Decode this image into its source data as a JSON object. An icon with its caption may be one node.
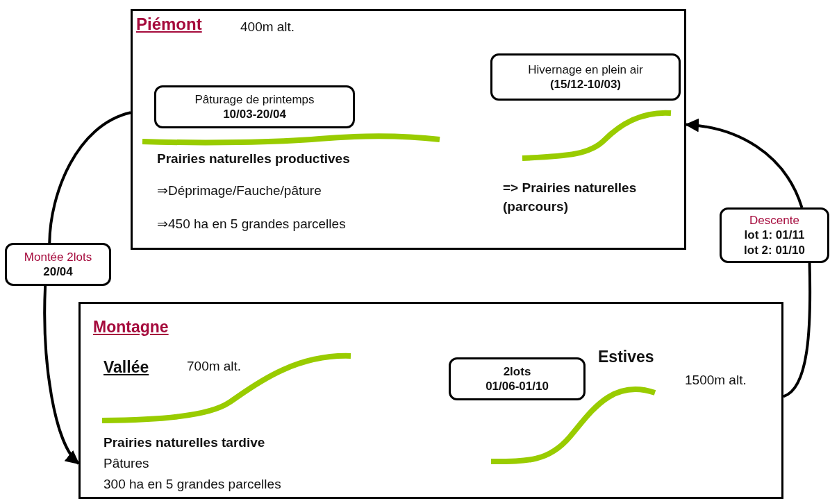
{
  "diagram": {
    "nodes": [
      {
        "text": [
          "Piémont",
          "400m alt.",
          "Prairies naturelles productives",
          "⇒Déprimage/Fauche/pâture",
          "⇒450 ha en 5 grandes parcelles",
          "=> Prairies naturelles (parcours)"
        ]
      },
      {
        "text": [
          "Pâturage de printemps",
          "10/03-20/04"
        ],
        "in": 0
      },
      {
        "text": [
          "Hivernage en plein air",
          "(15/12-10/03)"
        ],
        "in": 0
      },
      {
        "text": [
          "Montée 2lots",
          "20/04"
        ]
      },
      {
        "text": [
          "Montagne",
          "Vallée",
          "700m alt.",
          "Prairies naturelles tardive",
          "Pâtures",
          "300 ha en 5 grandes parcelles",
          "Estives",
          "1500m alt."
        ]
      },
      {
        "text": [
          "2lots",
          "01/06-01/10"
        ],
        "in": 4
      },
      {
        "text": [
          "Descente",
          "lot 1: 01/11",
          "lot 2: 01/10"
        ]
      }
    ],
    "edges": [
      {
        "from": 0,
        "to": 3,
        "arrow": "none"
      },
      {
        "from": 3,
        "to": 4,
        "arrow": "to"
      },
      {
        "from": 4,
        "to": 6,
        "arrow": "none"
      },
      {
        "from": 6,
        "to": 0,
        "arrow": "to"
      }
    ]
  }
}
